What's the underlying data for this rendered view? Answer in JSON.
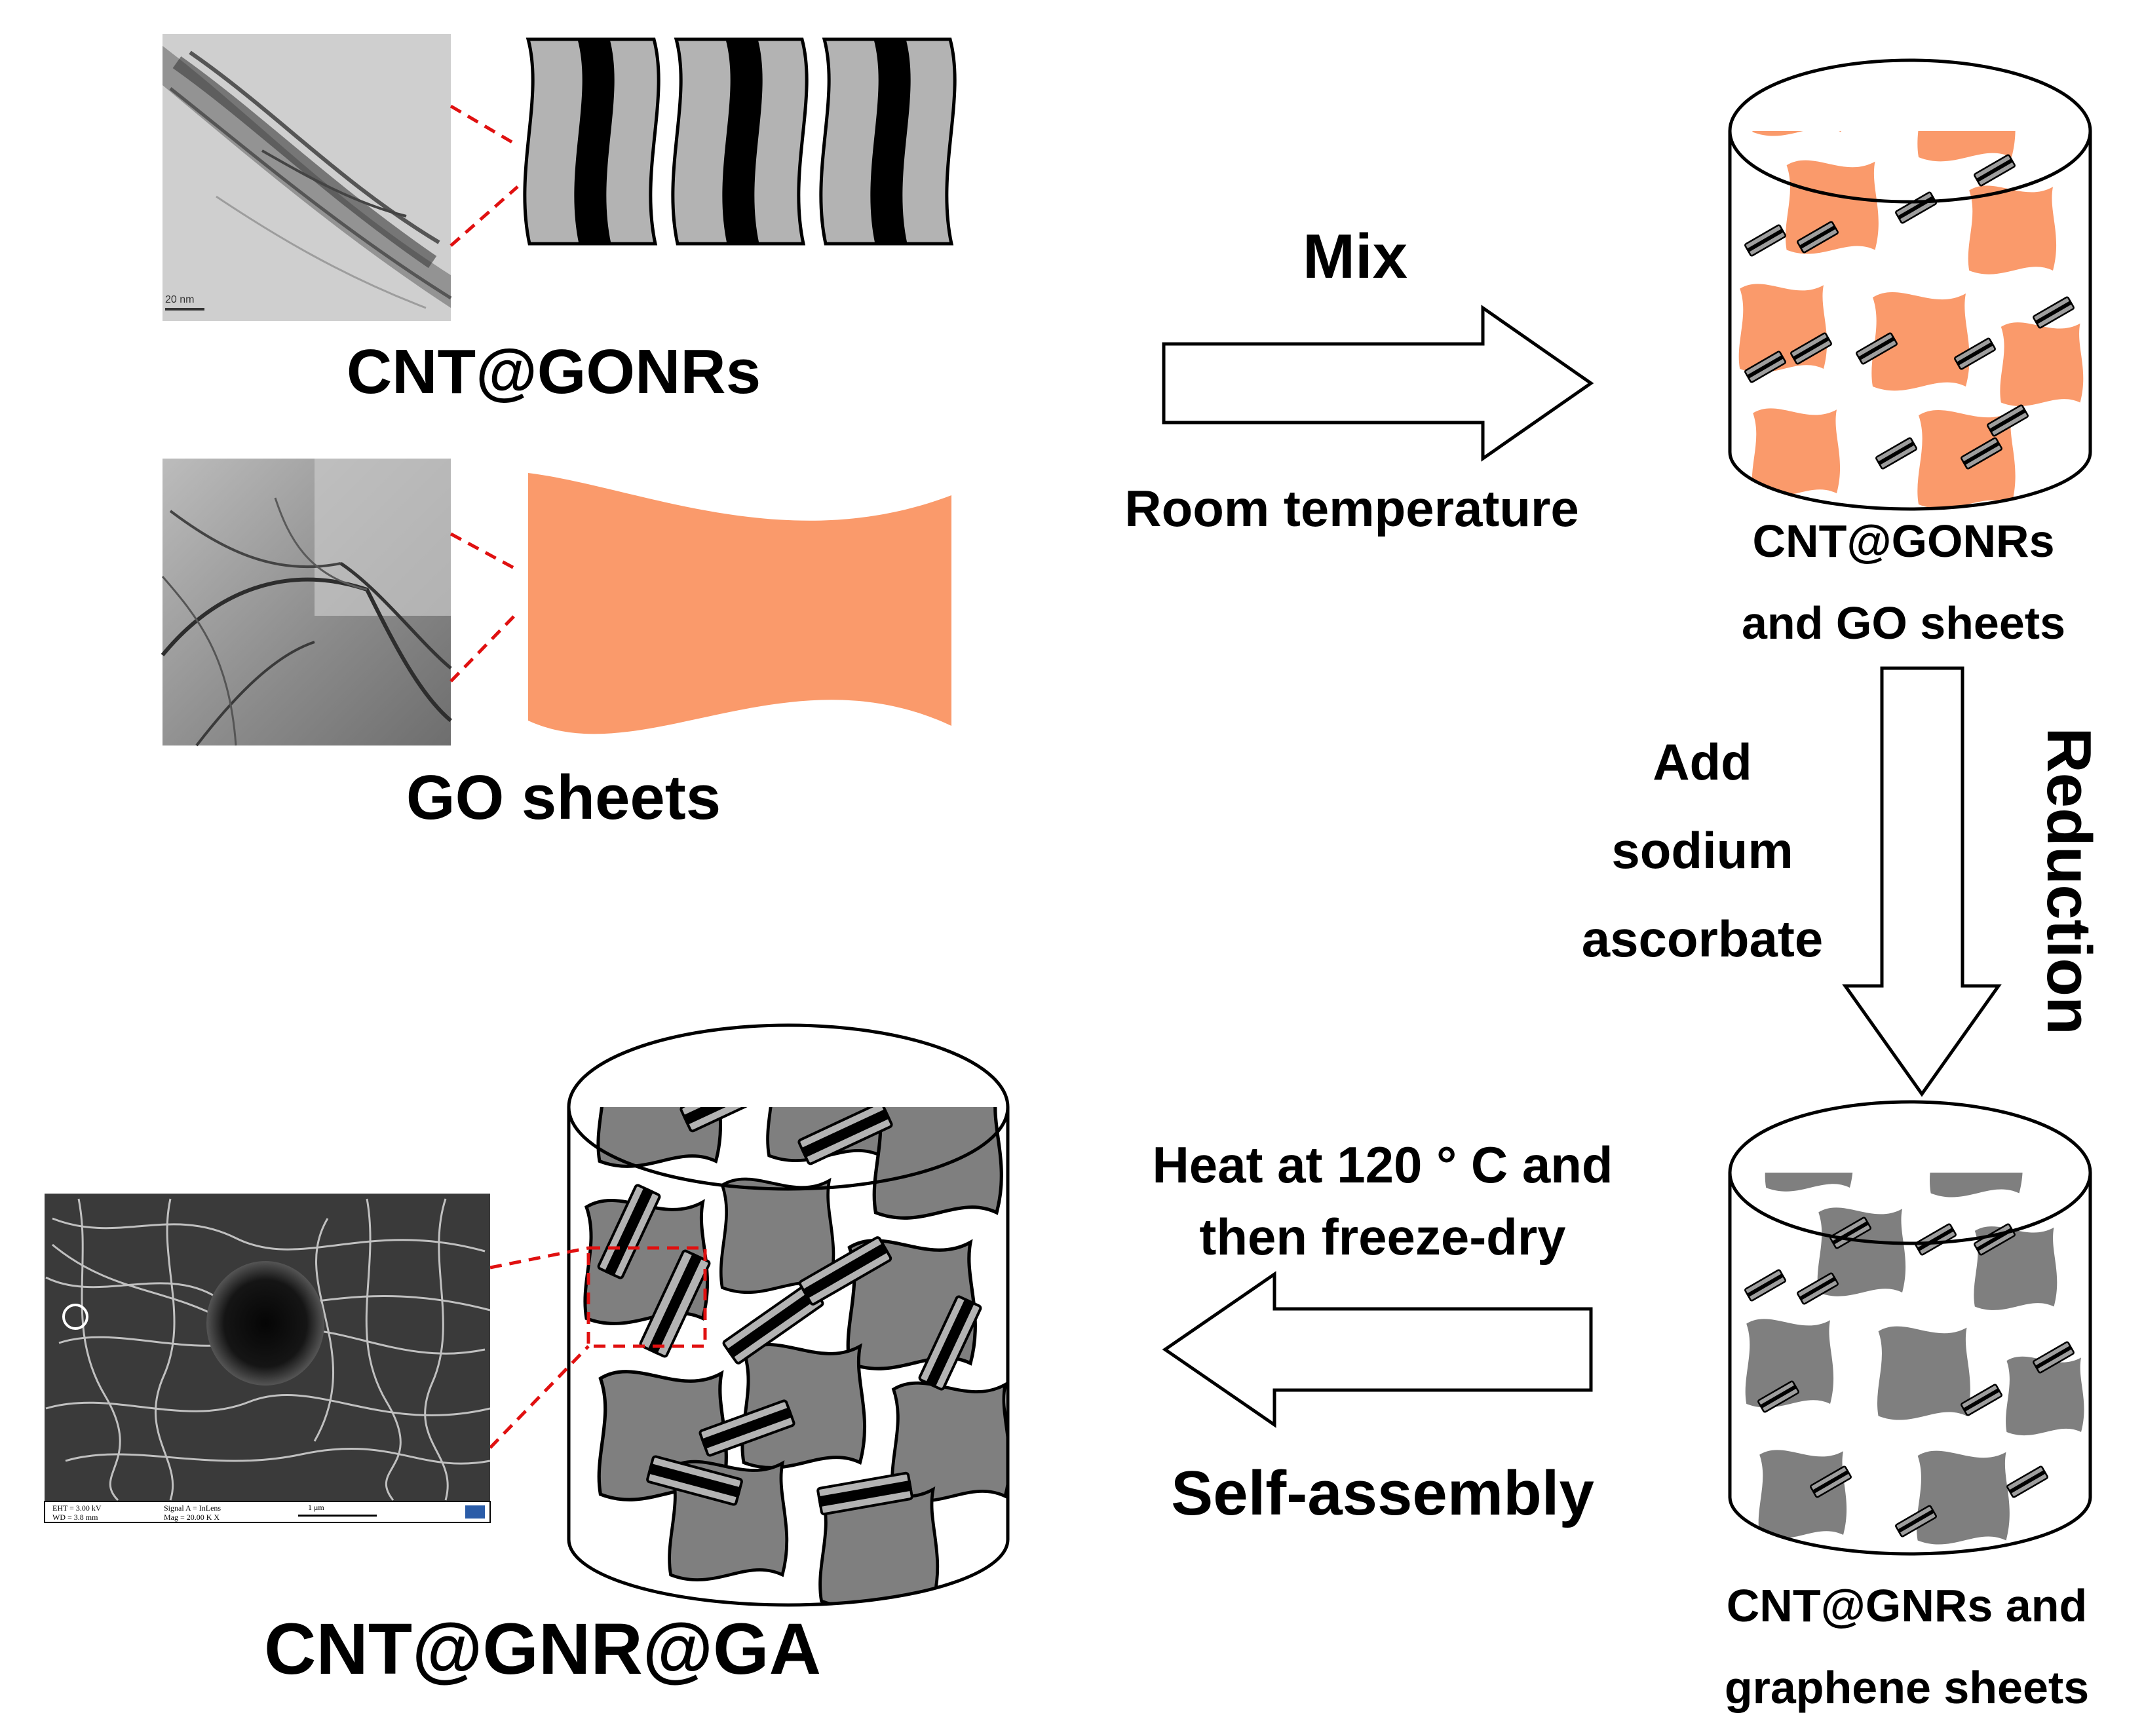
{
  "labels": {
    "cnt_gonrs": "CNT@GONRs",
    "go_sheets": "GO sheets",
    "mix": "Mix",
    "room_temperature": "Room temperature",
    "mixture_line1": "CNT@GONRs",
    "mixture_line2": "and GO sheets",
    "reduction": "Reduction",
    "add_line1": "Add",
    "add_line2": "sodium",
    "add_line3": "ascorbate",
    "heat_line1": "Heat at 120 ° C and",
    "heat_line2": "then freeze-dry",
    "self_assembly": "Self-assembly",
    "product_line1": "CNT@GNRs and",
    "product_line2": "graphene sheets",
    "final": "CNT@GNR@GA",
    "tem_scale": "20 nm",
    "sem_eht": "EHT = 3.00 kV",
    "sem_wd": "WD = 3.8 mm",
    "sem_signal": "Signal A = InLens",
    "sem_mag": "Mag = 20.00 K X",
    "sem_scale": "1 μm"
  },
  "colors": {
    "go_orange": "#fa9a6b",
    "graphene_gray": "#7f7f7f",
    "ribbon_gray": "#b3b3b3",
    "tube_black": "#000000"
  },
  "icons": {
    "tem_cnt_gonrs": "tem-micrograph-image",
    "tem_go": "tem-micrograph-image",
    "sem_aerogel": "sem-micrograph-image"
  }
}
